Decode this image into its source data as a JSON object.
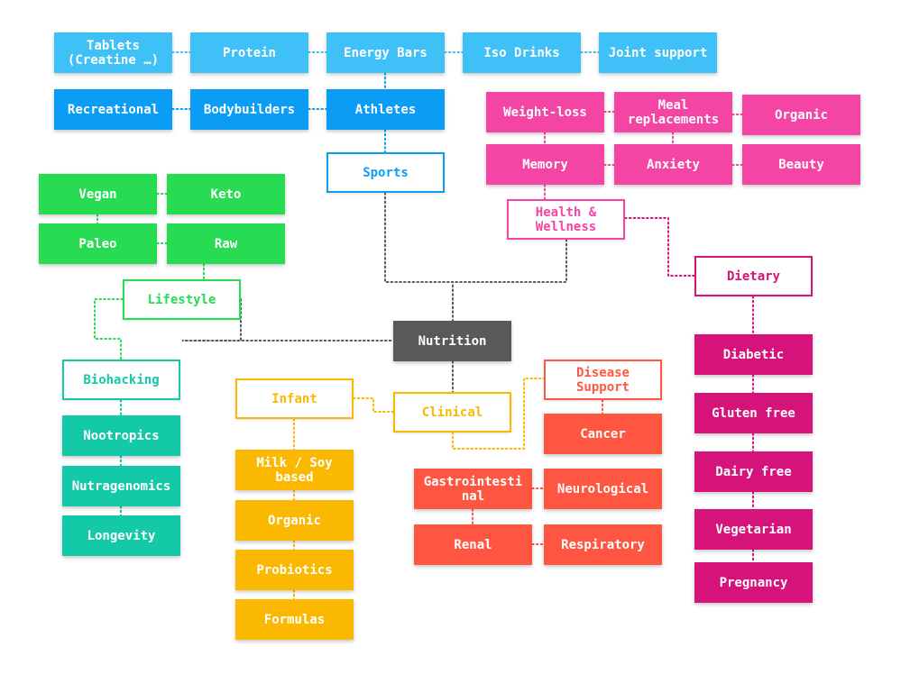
{
  "colors": {
    "sports_light": "#3fc1f7",
    "sports": "#0b9df5",
    "health": "#f545a4",
    "dietary": "#d6137b",
    "lifestyle": "#27dc52",
    "biohacking": "#13c9a7",
    "infant": "#fbb800",
    "clinical": "#f1513d",
    "disease": "#ff5641",
    "nutrition": "#595959"
  },
  "nodes": {
    "tablets": "Tablets\n(Creatine …)",
    "protein": "Protein",
    "energy_bars": "Energy Bars",
    "iso_drinks": "Iso Drinks",
    "joint_support": "Joint support",
    "recreational": "Recreational",
    "bodybuilders": "Bodybuilders",
    "athletes": "Athletes",
    "sports": "Sports",
    "weight_loss": "Weight-loss",
    "meal_replacements": "Meal\nreplacements",
    "organic_health": "Organic",
    "memory": "Memory",
    "anxiety": "Anxiety",
    "beauty": "Beauty",
    "health_wellness": "Health &\nWellness",
    "dietary": "Dietary",
    "diabetic": "Diabetic",
    "gluten_free": "Gluten free",
    "dairy_free": "Dairy free",
    "vegetarian": "Vegetarian",
    "pregnancy": "Pregnancy",
    "vegan": "Vegan",
    "keto": "Keto",
    "paleo": "Paleo",
    "raw": "Raw",
    "lifestyle": "Lifestyle",
    "biohacking": "Biohacking",
    "nootropics": "Nootropics",
    "nutragenomics": "Nutragenomics",
    "longevity": "Longevity",
    "nutrition": "Nutrition",
    "infant": "Infant",
    "clinical": "Clinical",
    "disease_support": "Disease\nSupport",
    "milk_soy": "Milk / Soy\nbased",
    "organic_infant": "Organic",
    "probiotics": "Probiotics",
    "formulas": "Formulas",
    "cancer": "Cancer",
    "gastrointestinal": "Gastrointesti\nnal",
    "neurological": "Neurological",
    "renal": "Renal",
    "respiratory": "Respiratory"
  }
}
